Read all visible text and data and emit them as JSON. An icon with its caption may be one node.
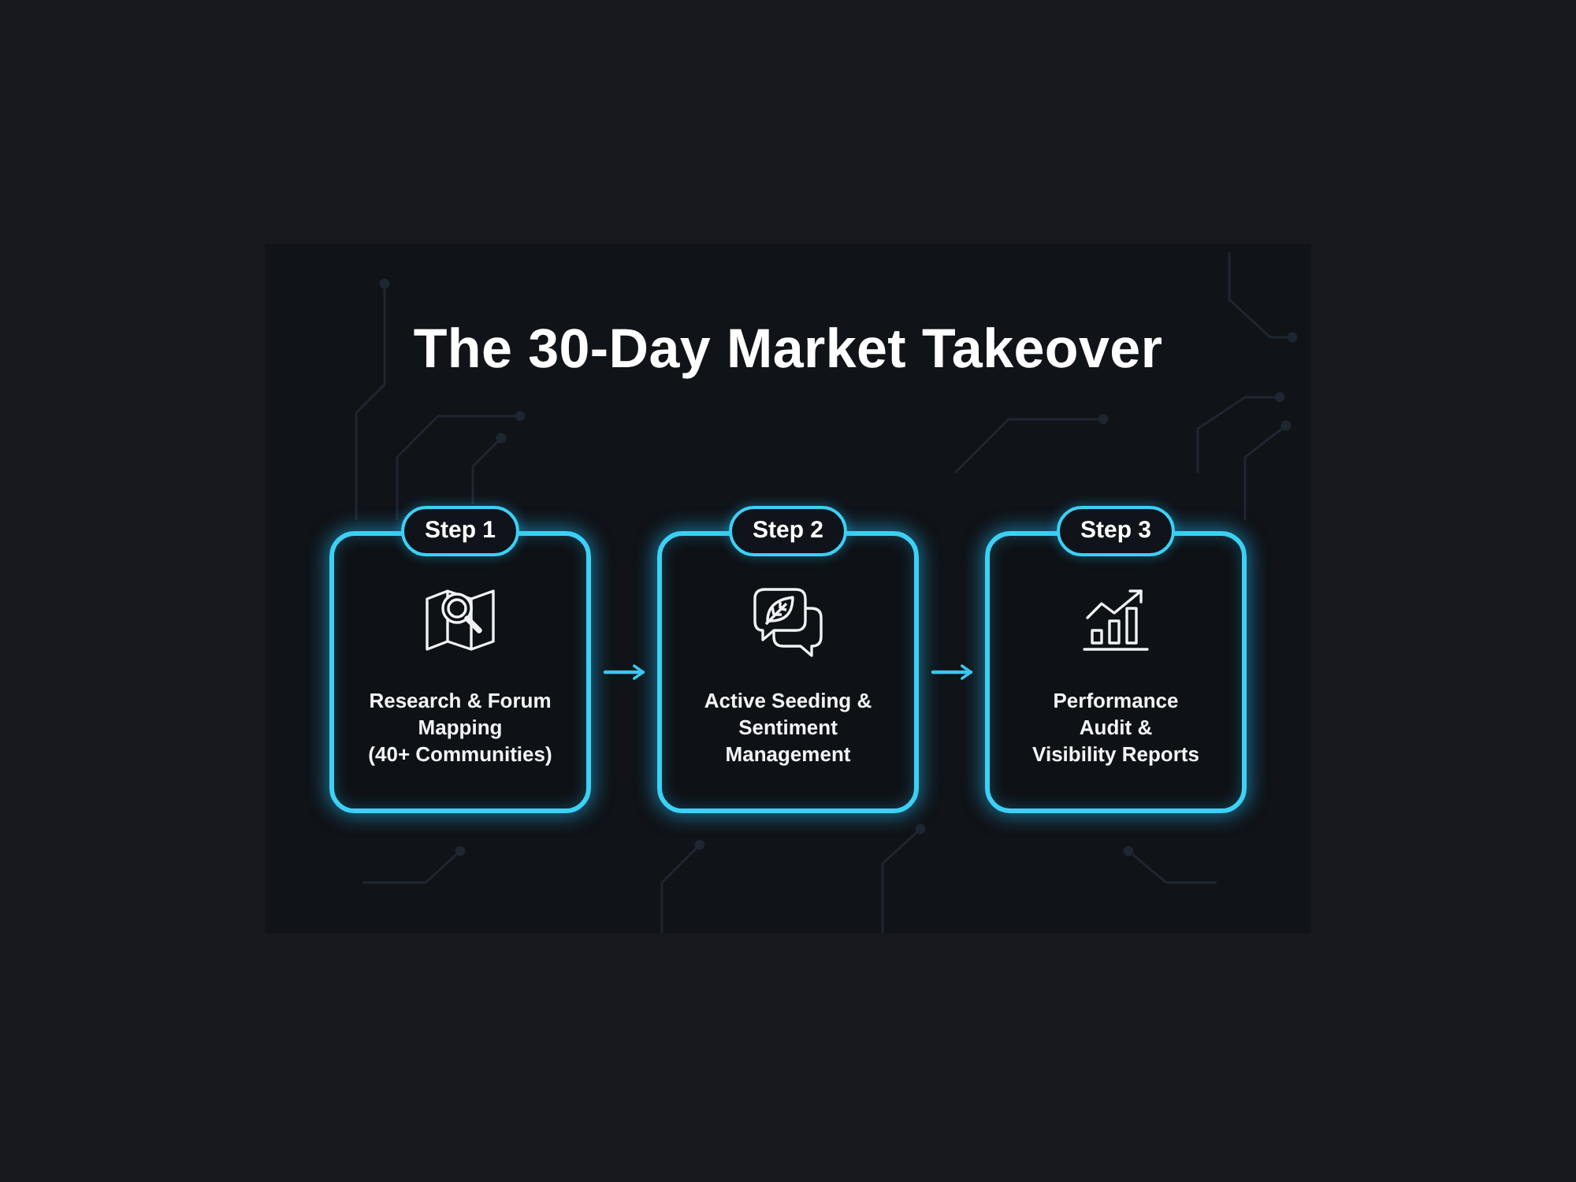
{
  "diagram": {
    "title": "The 30-Day Market Takeover",
    "nodes": [
      {
        "text": [
          "Step 1",
          "Research & Forum Mapping (40+ Communities)"
        ]
      },
      {
        "text": [
          "Step 2",
          "Active Seeding & Sentiment Management"
        ]
      },
      {
        "text": [
          "Step 3",
          "Performance Audit & Visibility Reports"
        ]
      }
    ],
    "edges": [
      {
        "from": 0,
        "to": 1,
        "arrow": "to"
      },
      {
        "from": 1,
        "to": 2,
        "arrow": "to"
      }
    ]
  }
}
